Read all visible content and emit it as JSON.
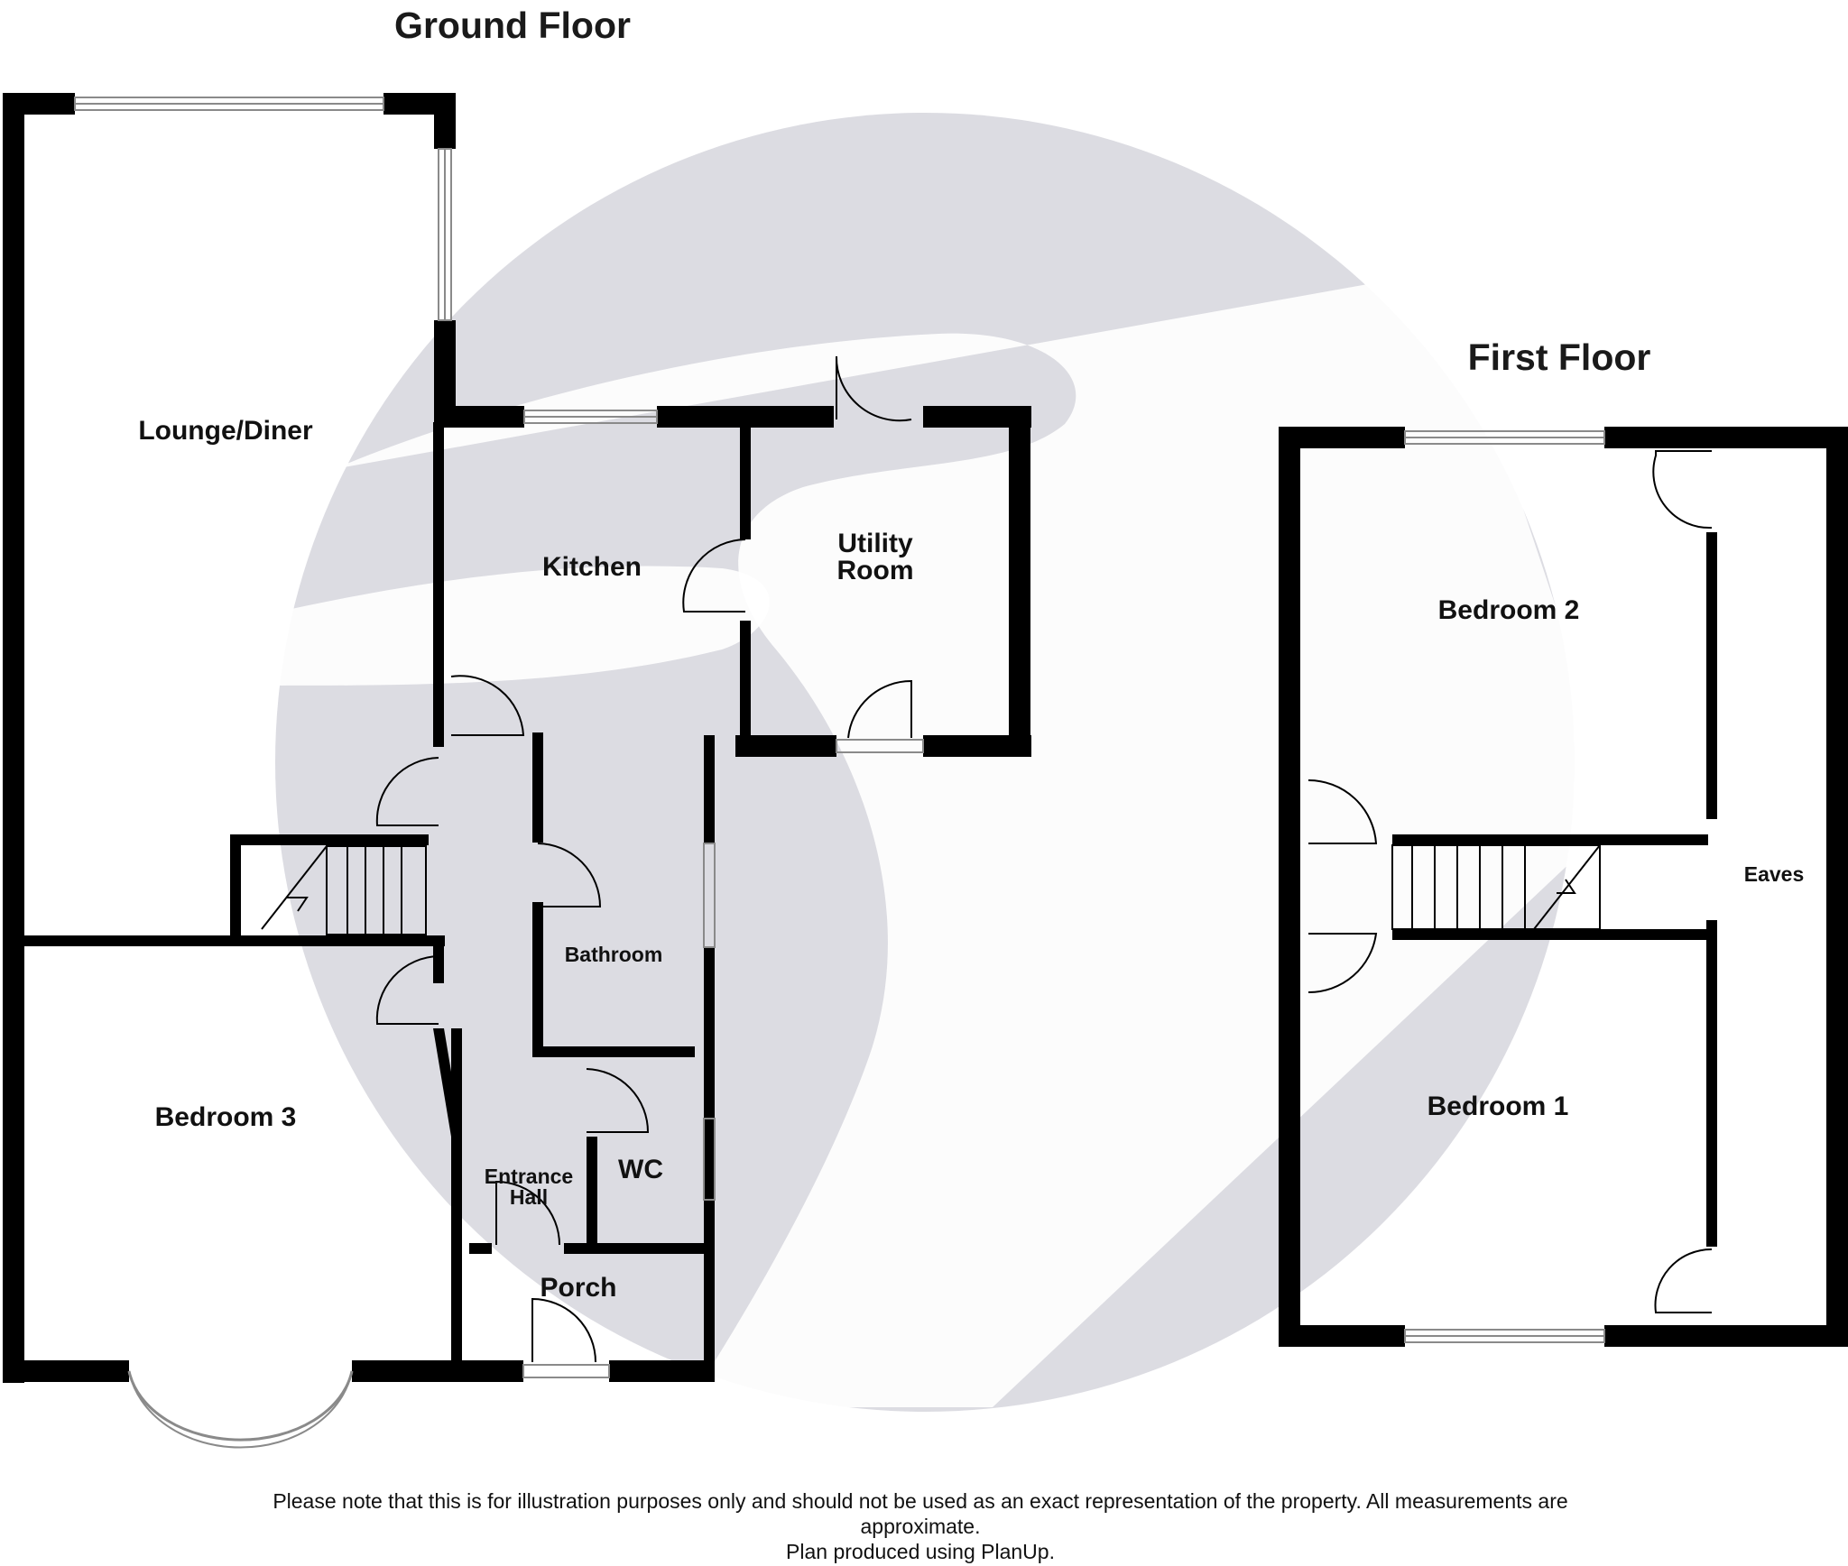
{
  "floors": {
    "ground": {
      "title": "Ground Floor"
    },
    "first": {
      "title": "First Floor"
    }
  },
  "rooms": {
    "lounge_diner": "Lounge/Diner",
    "kitchen": "Kitchen",
    "utility_line1": "Utility",
    "utility_line2": "Room",
    "bathroom": "Bathroom",
    "bedroom_3": "Bedroom 3",
    "entrance_line1": "Entrance",
    "entrance_line2": "Hall",
    "wc": "WC",
    "porch": "Porch",
    "bedroom_2": "Bedroom 2",
    "bedroom_1": "Bedroom 1",
    "eaves": "Eaves"
  },
  "disclaimer": {
    "line1": "Please note that this is for illustration purposes only and should not be used as an exact representation of the property. All measurements are",
    "line2": "approximate.",
    "line3": "Plan produced using PlanUp."
  },
  "colors": {
    "wall": "#000000",
    "watermark": "#dcdce2",
    "window": "#8a8a8a",
    "background": "#ffffff"
  },
  "icons": {
    "watermark": "planup-logo-watermark"
  }
}
